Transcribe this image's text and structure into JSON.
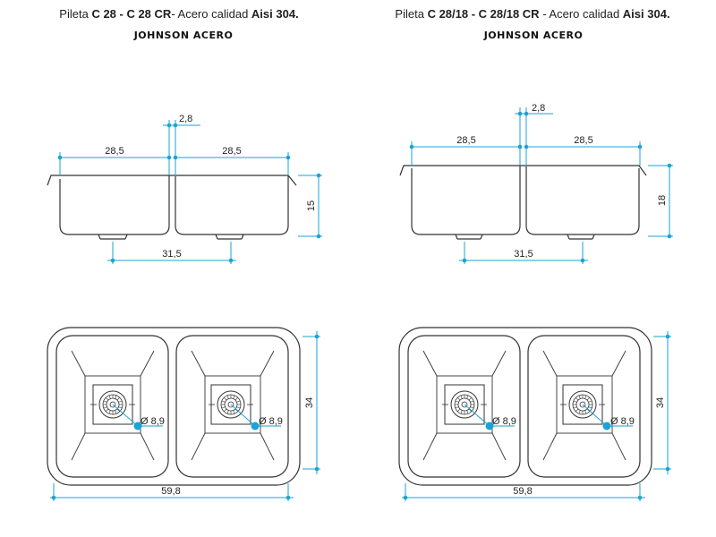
{
  "left": {
    "title_pre": "Pileta ",
    "title_model": "C 28 - C 28 CR",
    "title_mid": "- Acero calidad ",
    "title_grade": "Aisi 304.",
    "brand": "JOHNSON ACERO",
    "dim_gap": "2,8",
    "dim_bowl_left": "28,5",
    "dim_bowl_right": "28,5",
    "dim_depth": "15",
    "dim_drain_spacing": "31,5",
    "dim_drain_left": "Ø 8,9",
    "dim_drain_right": "Ø 8,9",
    "dim_length": "59,8",
    "dim_width": "34"
  },
  "right": {
    "title_pre": "Pileta ",
    "title_model": "C 28/18 - C 28/18 CR",
    "title_mid": " - Acero calidad ",
    "title_grade": "Aisi 304.",
    "brand": "JOHNSON ACERO",
    "dim_gap": "2,8",
    "dim_bowl_left": "28,5",
    "dim_bowl_right": "28,5",
    "dim_depth": "18",
    "dim_drain_spacing": "31,5",
    "dim_drain_left": "Ø 8,9",
    "dim_drain_right": "Ø 8,9",
    "dim_length": "59,8",
    "dim_width": "34"
  },
  "colors": {
    "dimension": "#1aa3d6",
    "outline": "#333333"
  }
}
